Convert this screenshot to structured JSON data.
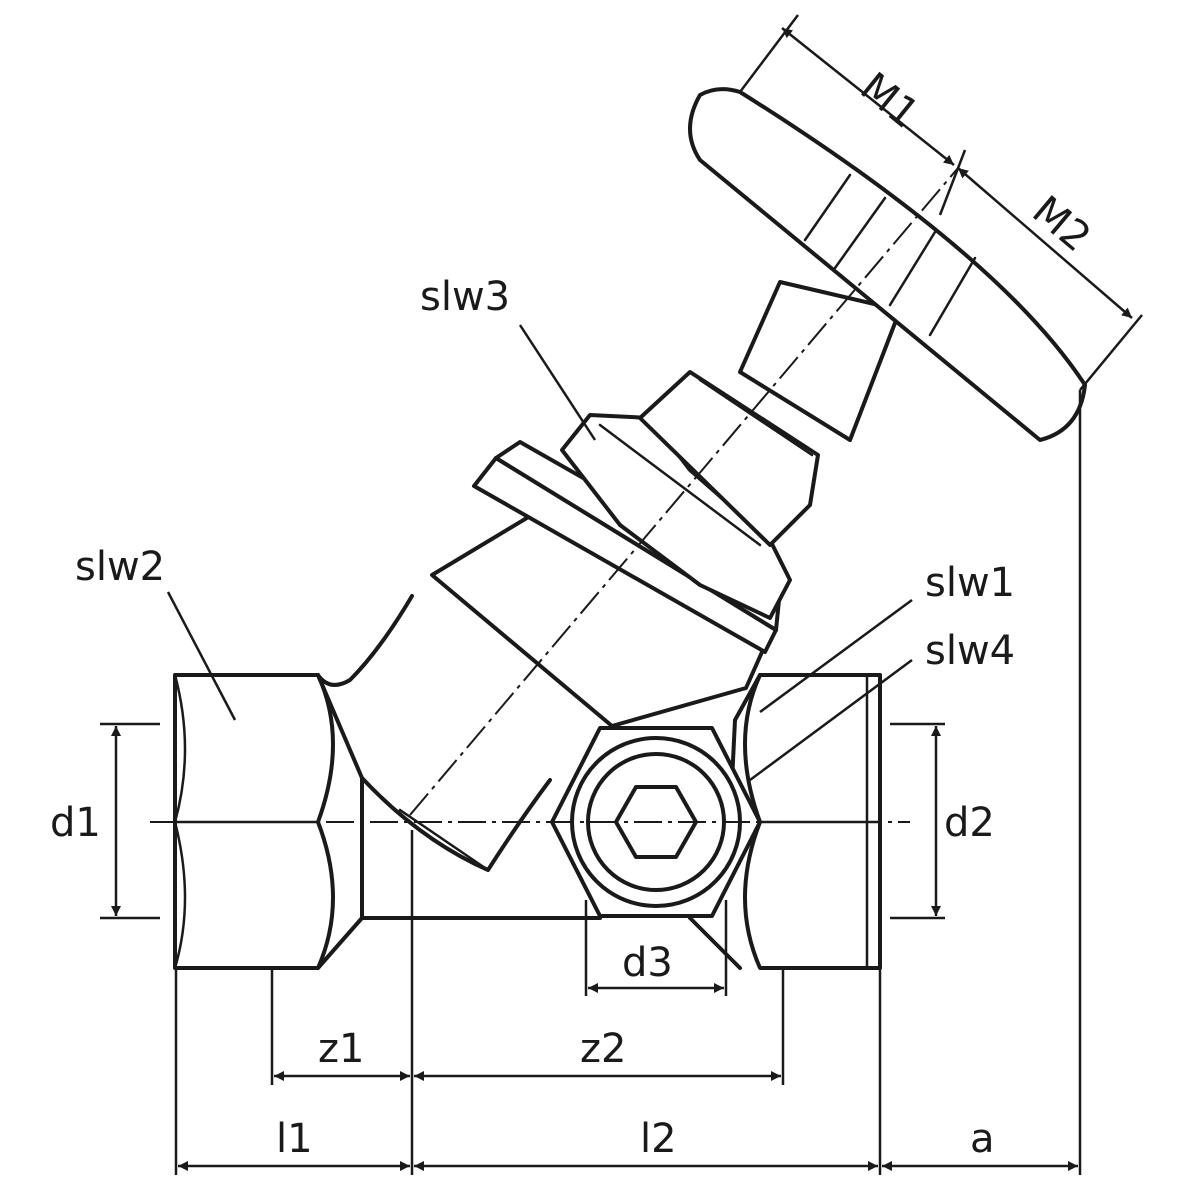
{
  "drawing": {
    "type": "technical-drawing",
    "subject": "inclined-seat-valve",
    "line_color": "#1a1a1a",
    "background": "#ffffff"
  },
  "labels": {
    "M1": "M1",
    "M2": "M2",
    "slw1": "slw1",
    "slw2": "slw2",
    "slw3": "slw3",
    "slw4": "slw4",
    "d1": "d1",
    "d2": "d2",
    "d3": "d3",
    "z1": "z1",
    "z2": "z2",
    "l1": "l1",
    "l2": "l2",
    "a": "a"
  }
}
